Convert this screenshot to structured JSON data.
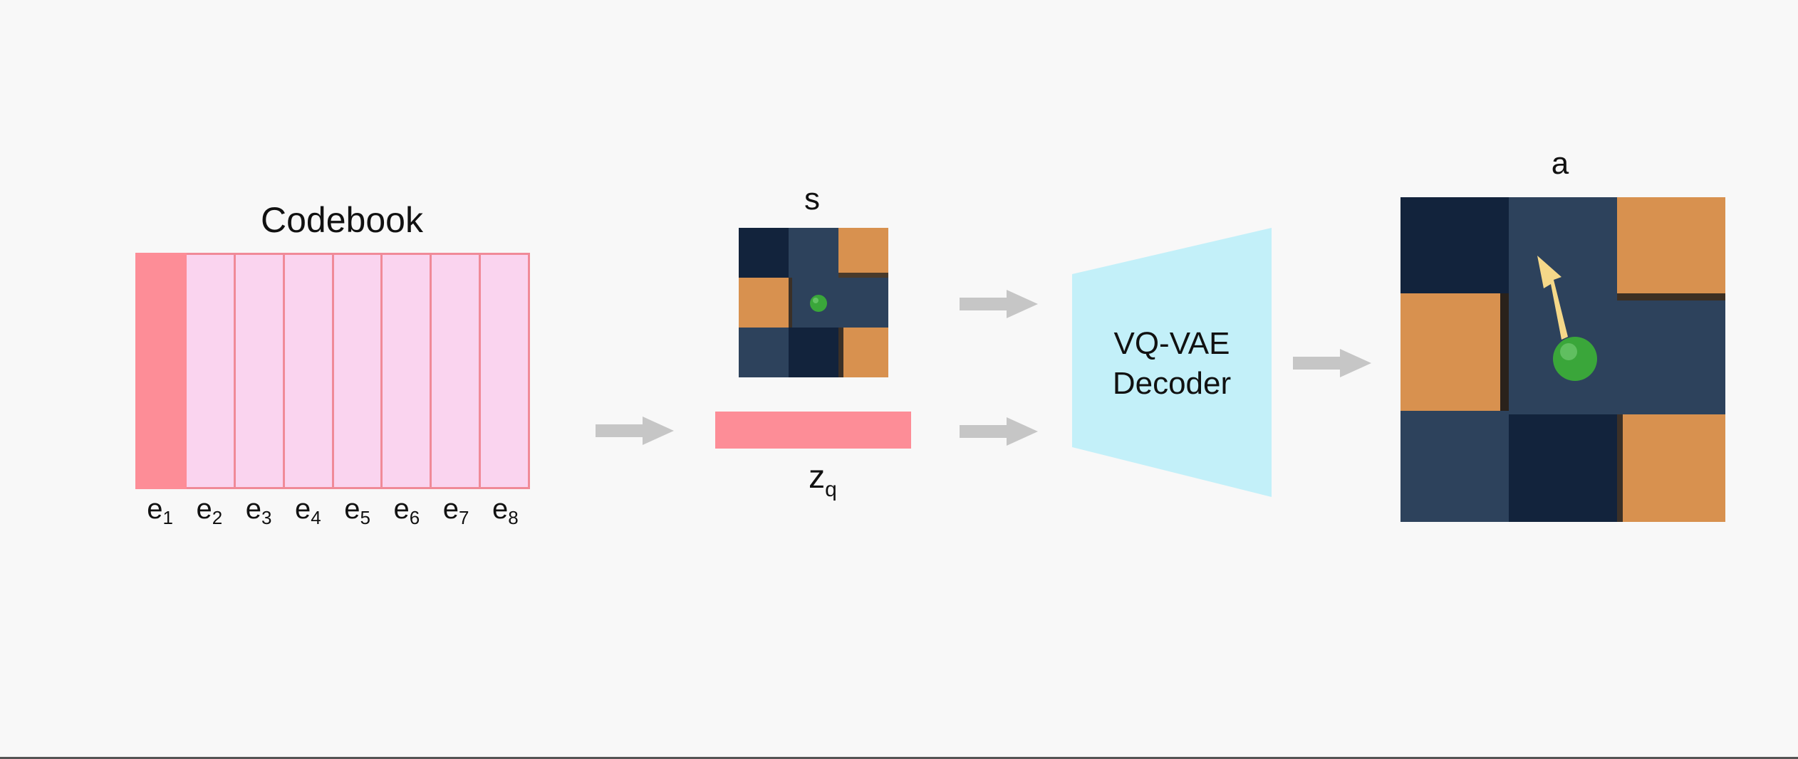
{
  "codebook": {
    "title": "Codebook",
    "entries": [
      {
        "base": "e",
        "sub": "1",
        "selected": true
      },
      {
        "base": "e",
        "sub": "2",
        "selected": false
      },
      {
        "base": "e",
        "sub": "3",
        "selected": false
      },
      {
        "base": "e",
        "sub": "4",
        "selected": false
      },
      {
        "base": "e",
        "sub": "5",
        "selected": false
      },
      {
        "base": "e",
        "sub": "6",
        "selected": false
      },
      {
        "base": "e",
        "sub": "7",
        "selected": false
      },
      {
        "base": "e",
        "sub": "8",
        "selected": false
      }
    ]
  },
  "state": {
    "label": "s"
  },
  "zq": {
    "base": "z",
    "sub": "q"
  },
  "decoder": {
    "line1": "VQ-VAE",
    "line2": "Decoder"
  },
  "action": {
    "label": "a"
  },
  "colors": {
    "codebook_selected": "#fd8d97",
    "codebook_entry": "#fad4ef",
    "codebook_border": "#f08a98",
    "decoder": "#c3f0f9",
    "arrow": "#c6c6c6",
    "tile_dark": "#12233c",
    "tile_mid": "#2d425c",
    "tile_orange": "#d8914f",
    "agent": "#3aa63a",
    "action_arrow": "#f5d889"
  }
}
